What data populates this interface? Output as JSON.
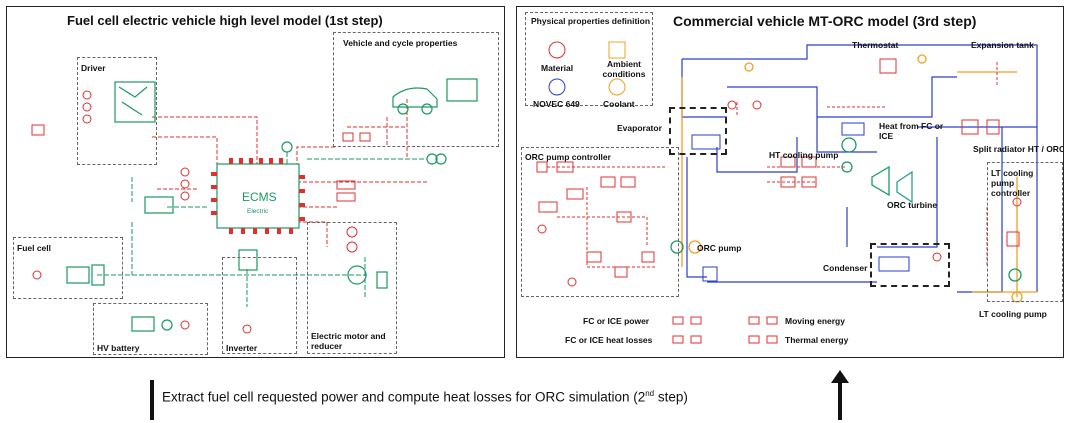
{
  "left": {
    "title": "Fuel cell electric vehicle high level model (1st step)",
    "blocks": {
      "driver": "Driver",
      "vehicle": "Vehicle and cycle properties",
      "fuel_cell": "Fuel cell",
      "hv_battery": "HV battery",
      "inverter": "Inverter",
      "motor": "Electric motor and reducer",
      "ecms": "ECMS",
      "ecms_sub": "Electric"
    }
  },
  "right": {
    "title": "Commercial vehicle MT-ORC model (3rd step)",
    "legend_box": {
      "title": "Physical properties definition",
      "items": [
        "Material",
        "Ambient conditions",
        "NOVEC 649",
        "Coolant"
      ]
    },
    "labels": {
      "thermostat": "Thermostat",
      "expansion_tank": "Expansion tank",
      "evaporator": "Evaporator",
      "heat_from": "Heat from FC or ICE",
      "split_radiator": "Split radiator HT / ORC",
      "ht_pump": "HT cooling pump",
      "orc_controller": "ORC pump controller",
      "orc_turbine": "ORC turbine",
      "lt_controller": "LT cooling pump controller",
      "orc_pump": "ORC pump",
      "condenser": "Condenser",
      "lt_pump": "LT cooling pump"
    },
    "legend_bottom": [
      "FC or ICE power",
      "Moving energy",
      "FC or ICE heat losses",
      "Thermal energy"
    ]
  },
  "caption": {
    "text": "Extract fuel cell requested power and compute heat losses for ORC simulation (2",
    "sup": "nd",
    "end": " step)"
  },
  "colors": {
    "red": "#e03030",
    "green": "#1a9a60",
    "blue": "#2a3ecc",
    "orange": "#f0a020",
    "teal": "#2aa090"
  }
}
